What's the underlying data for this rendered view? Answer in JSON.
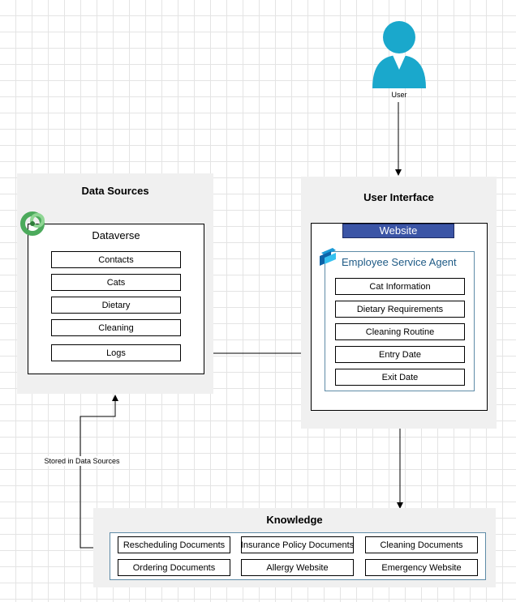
{
  "colors": {
    "panel_bg": "#f0f0f0",
    "website_banner": "#3b55a6",
    "agent_title": "#1f5b86",
    "user_icon": "#1aa8cc",
    "frame_border": "#5e8ba7"
  },
  "user": {
    "label": "User",
    "icon": "user-icon"
  },
  "data_sources": {
    "title": "Data Sources",
    "dataverse": {
      "title": "Dataverse",
      "icon": "dataverse-icon",
      "tables": [
        "Contacts",
        "Cats",
        "Dietary",
        "Cleaning",
        "Logs"
      ]
    }
  },
  "user_interface": {
    "title": "User Interface",
    "website": "Website",
    "agent": {
      "title": "Employee Service Agent",
      "icon": "copilot-agent-icon",
      "topics": [
        "Cat Information",
        "Dietary Requirements",
        "Cleaning Routine",
        "Entry Date",
        "Exit Date"
      ]
    }
  },
  "knowledge": {
    "title": "Knowledge",
    "row1": [
      "Rescheduling Documents",
      "Insurance Policy Documents",
      "Cleaning Documents"
    ],
    "row2": [
      "Ordering Documents",
      "Allergy Website",
      "Emergency Website"
    ]
  },
  "connector_label": "Stored in Data Sources"
}
